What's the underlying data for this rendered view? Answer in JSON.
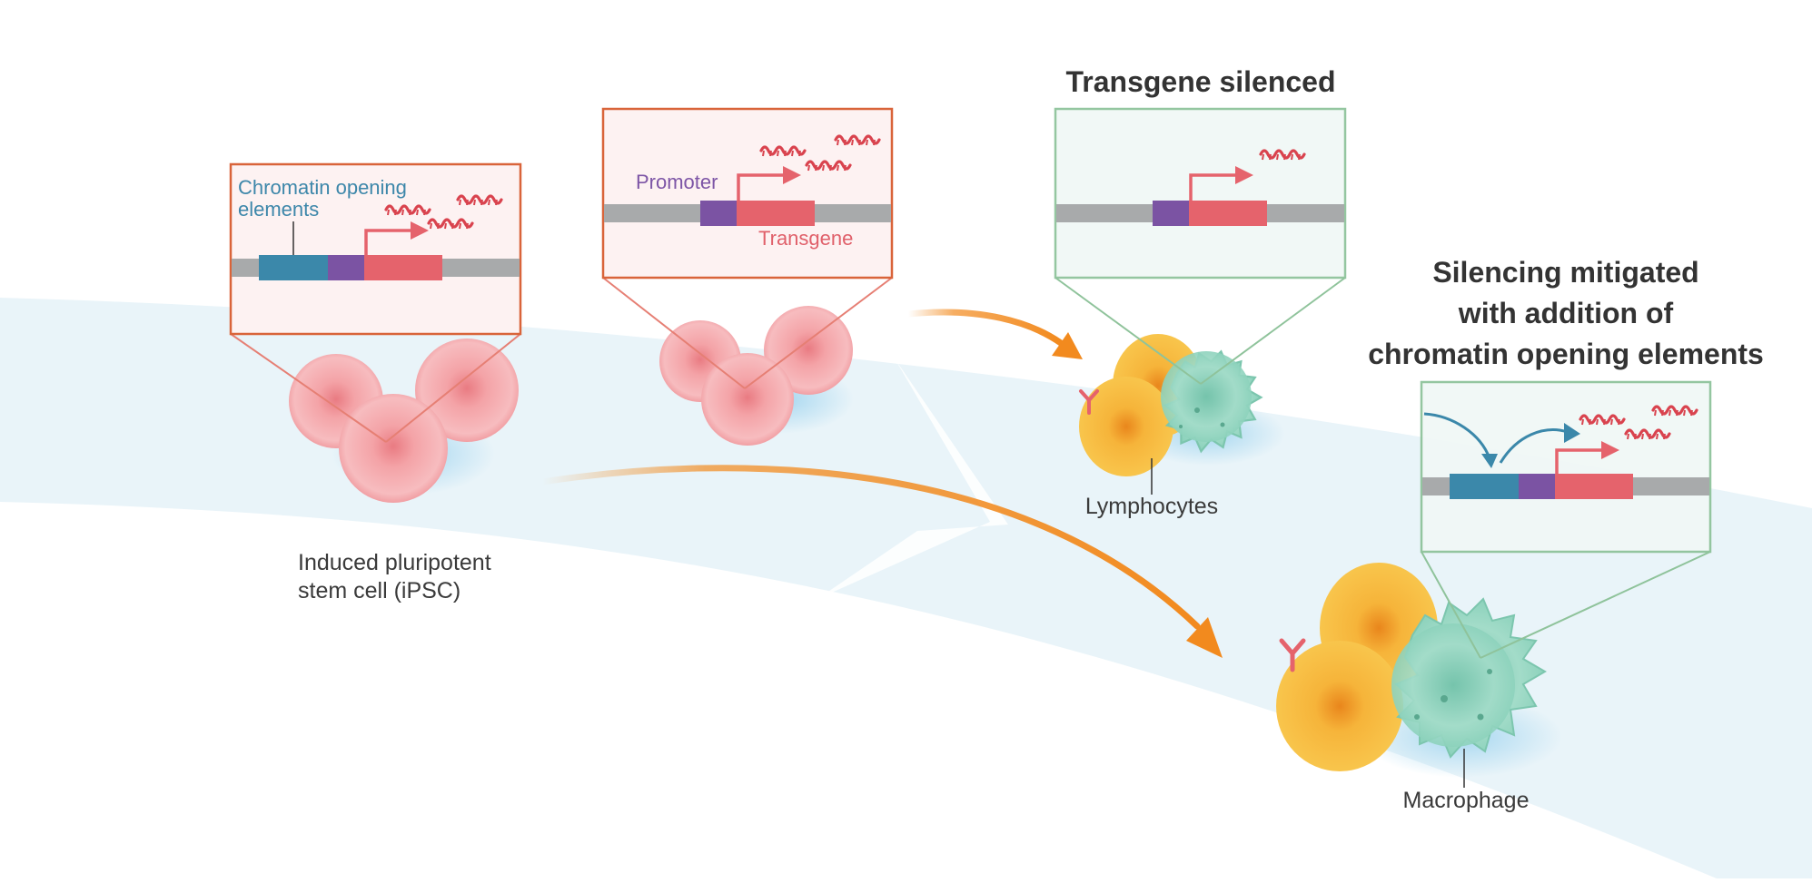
{
  "titles": {
    "silenced": "Transgene silenced",
    "mitigated_line1": "Silencing mitigated",
    "mitigated_line2": "with addition of",
    "mitigated_line3": "chromatin opening elements"
  },
  "labels": {
    "chromatin_line1": "Chromatin opening",
    "chromatin_line2": "elements",
    "promoter": "Promoter",
    "transgene": "Transgene",
    "ipsc_line1": "Induced pluripotent",
    "ipsc_line2": "stem cell (iPSC)",
    "lymphocytes": "Lymphocytes",
    "macrophage": "Macrophage"
  },
  "colors": {
    "band": "#e9f4f9",
    "chromatin_element": "#3b88aa",
    "promoter": "#7b53a3",
    "transgene": "#e5636c",
    "dna": "#a8aaab",
    "rna": "#d9434e",
    "ipsc_box_border": "#d9643a",
    "diff_box_border": "#8fc39b",
    "arrow": "#f28a1e",
    "ipsc_cell": "#f08a8d",
    "lymphocyte": "#f6b530",
    "macrophage": "#8fd0bd"
  },
  "icons": {
    "arrow_straight": "orange-arrow",
    "receptor": "y-shaped-receptor",
    "rna": "mrna-squiggle"
  }
}
